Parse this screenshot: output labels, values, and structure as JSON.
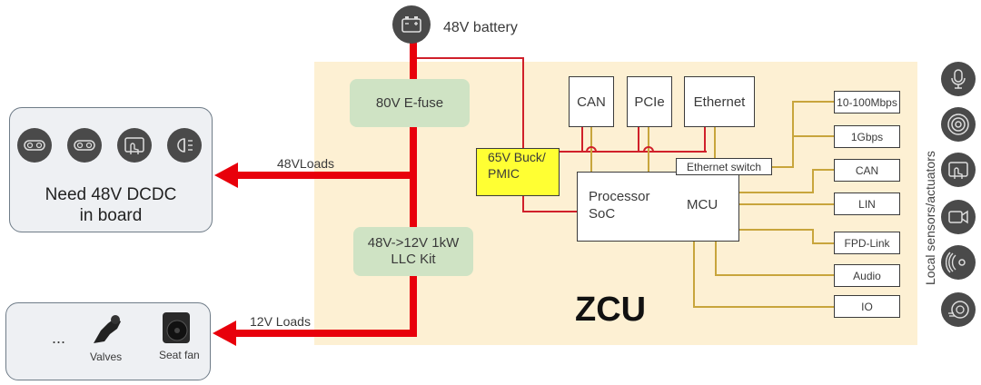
{
  "battery": {
    "label": "48V battery",
    "icon": "battery-icon"
  },
  "zcu": {
    "title": "ZCU",
    "efuse": "80V E-fuse",
    "llc_line1": "48V->12V 1kW",
    "llc_line2": "LLC Kit",
    "buck_line1": "65V Buck/",
    "buck_line2": "PMIC",
    "can": "CAN",
    "pcie": "PCIe",
    "ethernet": "Ethernet",
    "ethernet_switch": "Ethernet switch",
    "processor_line1": "Processor",
    "processor_line2": "SoC",
    "mcu": "MCU"
  },
  "interfaces": [
    "10-100Mbps",
    "1Gbps",
    "CAN",
    "LIN",
    "FPD-Link",
    "Audio",
    "IO"
  ],
  "local_sensors": {
    "label": "Local sensors/actuators",
    "icons": [
      "microphone-icon",
      "speaker-icon",
      "touchscreen-icon",
      "camera-icon",
      "radar-icon",
      "wheel-speed-icon"
    ]
  },
  "loads_48v": {
    "arrow_label": "48VLoads",
    "panel_line1": "Need 48V DCDC",
    "panel_line2": "in board",
    "icons": [
      "instrument-cluster-icon",
      "instrument-cluster-icon",
      "touchscreen-icon",
      "headlight-icon"
    ]
  },
  "loads_12v": {
    "arrow_label": "12V Loads",
    "ellipsis": "...",
    "items": [
      "Valves",
      "Seat fan"
    ]
  },
  "colors": {
    "power_line": "#e8000b",
    "signal_line": "#c8a53c",
    "zcu_bg": "#fdf0d3",
    "green_block": "#cfe3c4",
    "pmic_block": "#ffff33"
  }
}
